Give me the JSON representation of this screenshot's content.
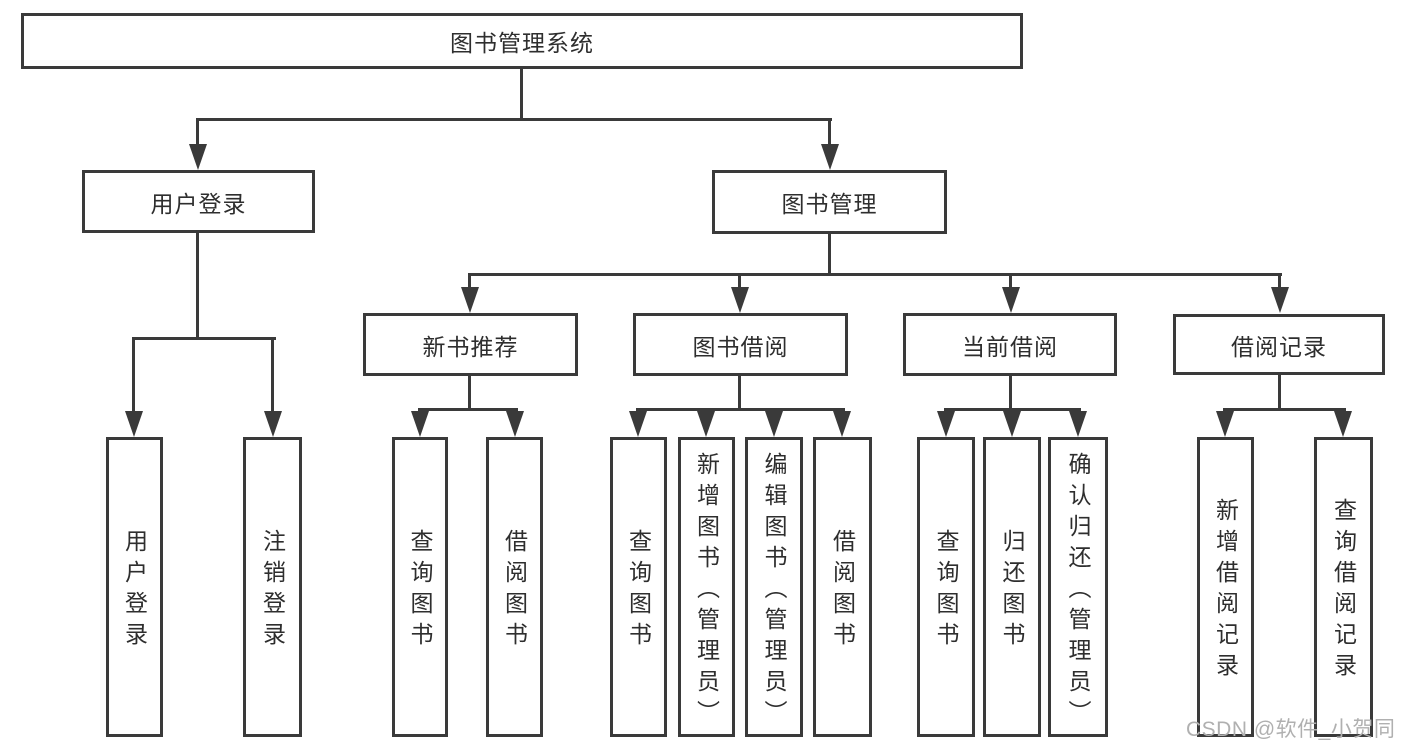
{
  "root": {
    "label": "图书管理系统"
  },
  "branches": [
    {
      "label": "用户登录",
      "children": [
        {
          "label": "用户登录"
        },
        {
          "label": "注销登录"
        }
      ]
    },
    {
      "label": "图书管理",
      "sections": [
        {
          "label": "新书推荐",
          "children": [
            {
              "label": "查询图书"
            },
            {
              "label": "借阅图书"
            }
          ]
        },
        {
          "label": "图书借阅",
          "children": [
            {
              "label": "查询图书"
            },
            {
              "label": "新增图书（管理员）"
            },
            {
              "label": "编辑图书（管理员）"
            },
            {
              "label": "借阅图书"
            }
          ]
        },
        {
          "label": "当前借阅",
          "children": [
            {
              "label": "查询图书"
            },
            {
              "label": "归还图书"
            },
            {
              "label": "确认归还（管理员）"
            }
          ]
        },
        {
          "label": "借阅记录",
          "children": [
            {
              "label": "新增借阅记录"
            },
            {
              "label": "查询借阅记录"
            }
          ]
        }
      ]
    }
  ],
  "watermark": "CSDN @软件_小贺同学",
  "colors": {
    "line": "#3a3a3a",
    "text": "#2e2e2e",
    "watermark": "#b0b0b0",
    "background": "#ffffff"
  }
}
